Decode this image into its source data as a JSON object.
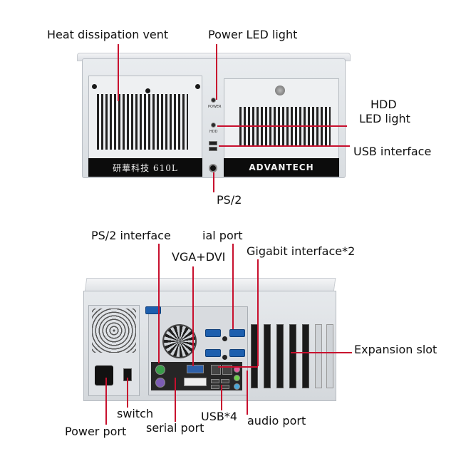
{
  "front": {
    "nameplate_left": "研華科技 610L",
    "nameplate_right": "ADVANTECH",
    "power_text": "POWER",
    "hdd_text": "HDD"
  },
  "labels": {
    "heat_vent": "Heat dissipation vent",
    "power_led": "Power LED light",
    "hdd_led_1": "HDD",
    "hdd_led_2": "LED light",
    "usb_interface": "USB interface",
    "ps2_front": "PS/2",
    "ps2_interface": "PS/2 interface",
    "ial_port": "ial port",
    "vga_dvi": "VGA+DVI",
    "gigabit": "Gigabit interface*2",
    "expansion_slot": "Expansion slot",
    "switch": "switch",
    "power_port": "Power port",
    "serial_port": "serial port",
    "usb4": "USB*4",
    "audio_port": "audio port"
  },
  "colors": {
    "leader_line": "#c8102e",
    "chassis": "#dcdfe3",
    "nameplate": "#0c0c0c"
  }
}
